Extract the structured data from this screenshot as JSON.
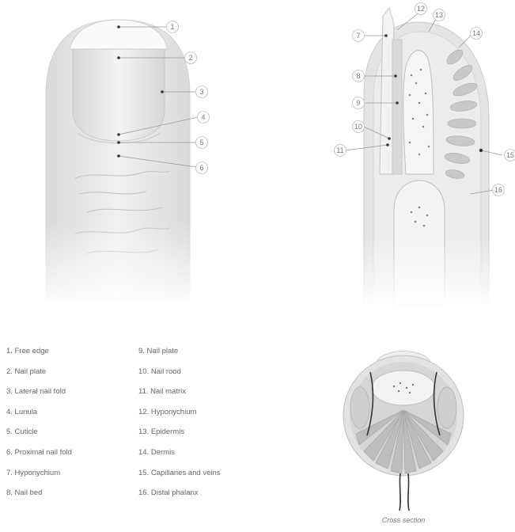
{
  "callouts": {
    "finger": [
      "1",
      "2",
      "3",
      "4",
      "5",
      "6"
    ],
    "sagittal": [
      "7",
      "8",
      "9",
      "10",
      "11",
      "12",
      "13",
      "14",
      "15",
      "16"
    ]
  },
  "legend": {
    "column_1": [
      "1. Free edge",
      "2. Nail plate",
      "3. Lateral nail fold",
      "4. Lunula",
      "5. Cuticle",
      "6. Proximal nail fold",
      "7. Hyponychium",
      "8. Nail bed"
    ],
    "column_2": [
      "9. Nail plate",
      "10. Nail rood",
      "11. Nail matrix",
      "12. Hyponychium",
      "13. Epidermis",
      "14. Dermis",
      "15. Capillaries and veins",
      "16. Distal phalanx"
    ]
  },
  "caption": "Cross section",
  "colors": {
    "skin": "#e6e6e6",
    "outline": "#cfcfcf",
    "leader": "#9a9a9a",
    "tissue": "#c8c8c8",
    "dark": "#333333"
  }
}
